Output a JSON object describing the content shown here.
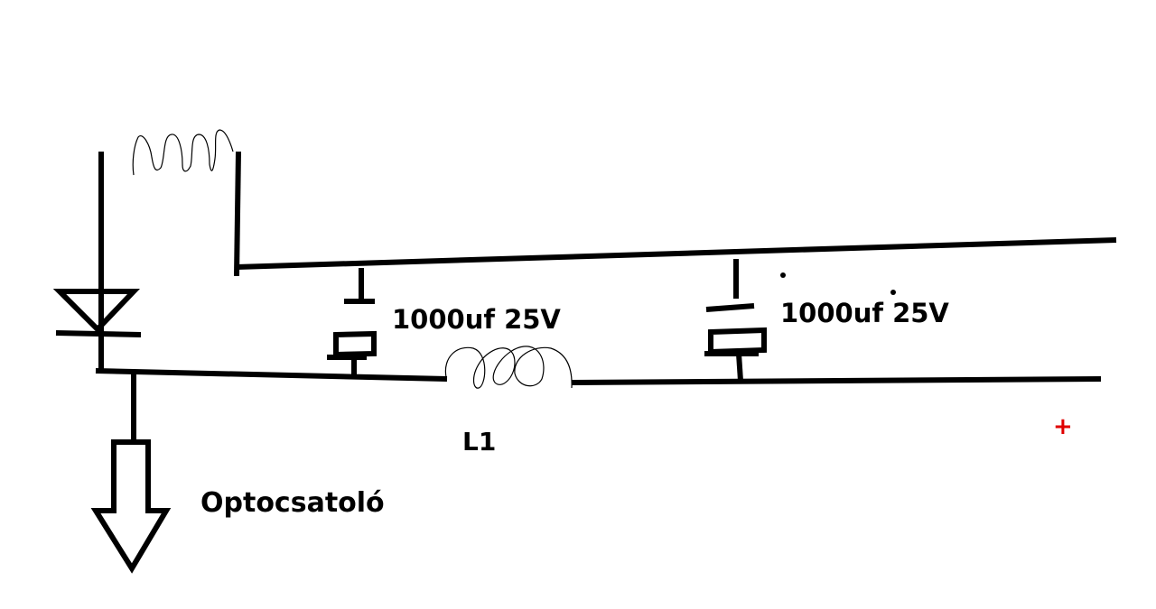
{
  "labels": {
    "cap1": "1000uf 25V",
    "cap2": "1000uf 25V",
    "inductor": "L1",
    "opto": "Optocsatoló",
    "plus": "+"
  },
  "colors": {
    "wire": "#000000",
    "plus": "#e00000",
    "background": "#ffffff"
  }
}
